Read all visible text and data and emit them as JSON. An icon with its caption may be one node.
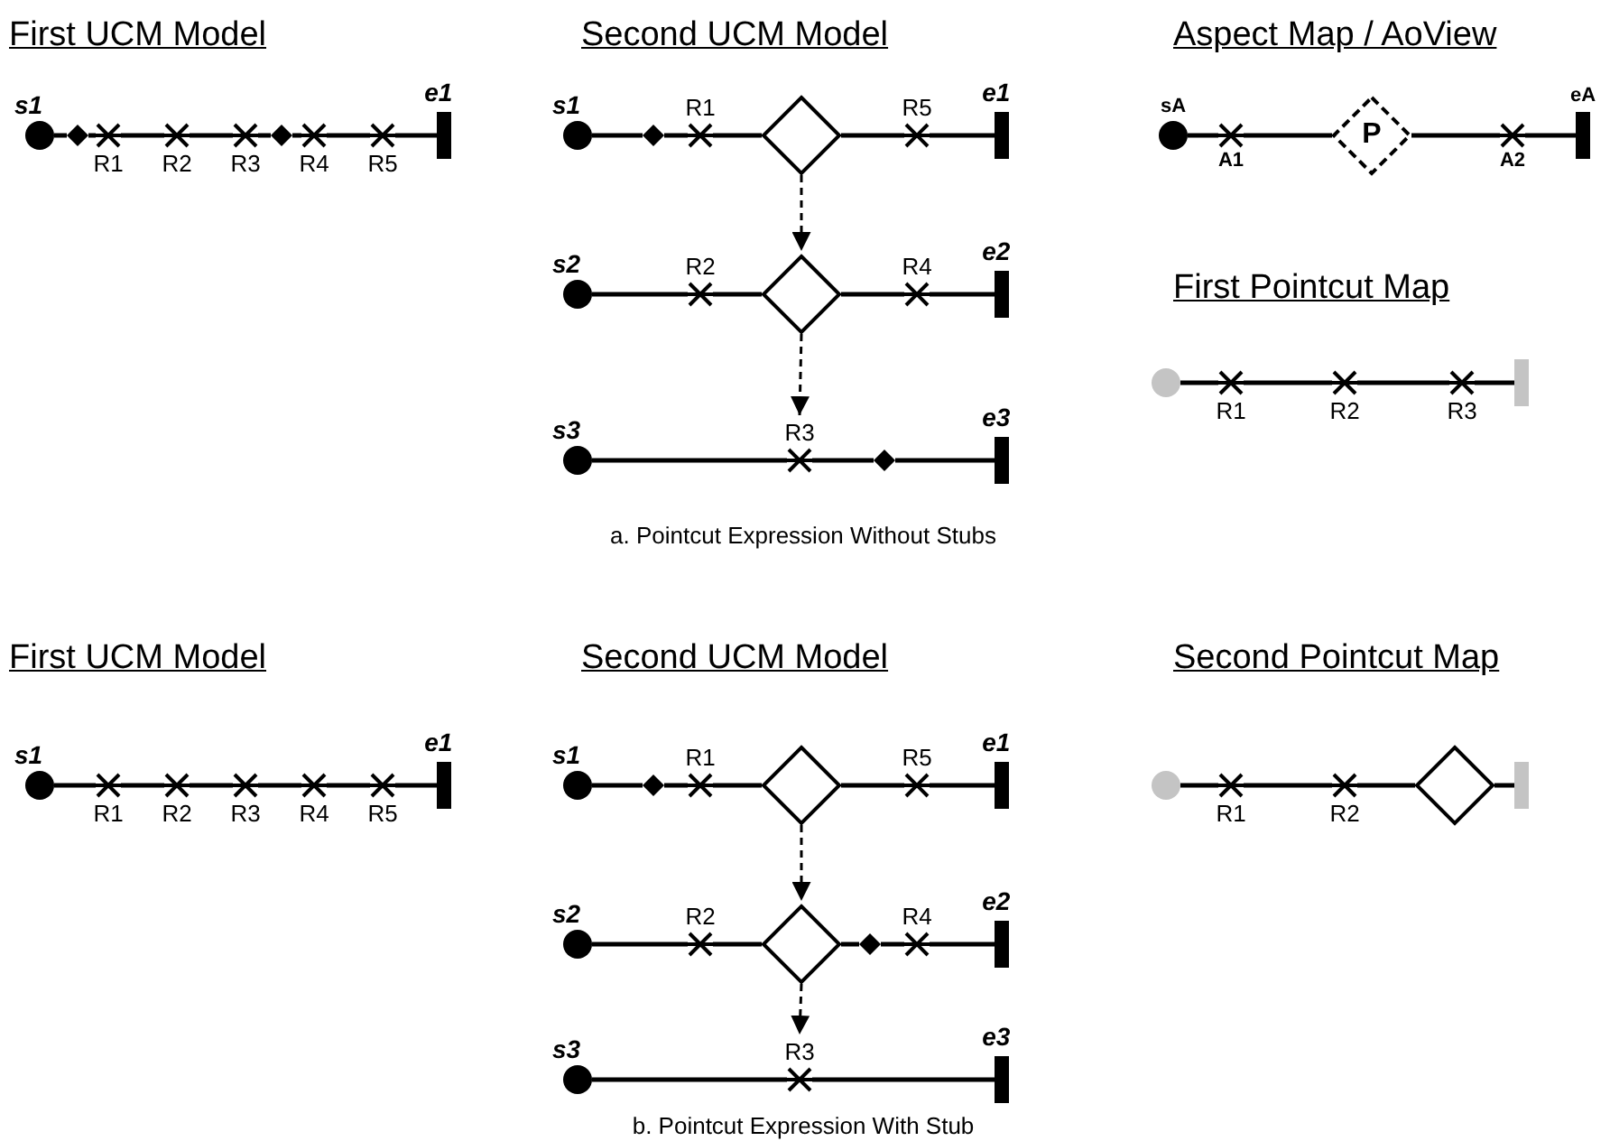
{
  "diagram": {
    "nodes": [
      {
        "text": [],
        "shape": "circle",
        "beside": [
          "s1"
        ]
      },
      {
        "text": [],
        "shape": "diamond"
      },
      {
        "text": [],
        "shape": "cross",
        "beside": [
          "R1"
        ]
      },
      {
        "text": [],
        "shape": "cross",
        "beside": [
          "R2"
        ]
      },
      {
        "text": [],
        "shape": "cross",
        "beside": [
          "R3"
        ]
      },
      {
        "text": [],
        "shape": "diamond"
      },
      {
        "text": [],
        "shape": "cross",
        "beside": [
          "R4"
        ]
      },
      {
        "text": [],
        "shape": "cross",
        "beside": [
          "R5"
        ]
      },
      {
        "text": [],
        "shape": "bar",
        "beside": [
          "e1"
        ]
      },
      {
        "text": [],
        "shape": "circle",
        "beside": [
          "s1"
        ]
      },
      {
        "text": [],
        "shape": "diamond"
      },
      {
        "text": [],
        "shape": "cross",
        "beside": [
          "R1"
        ]
      },
      {
        "text": [],
        "shape": "diamond"
      },
      {
        "text": [],
        "shape": "cross",
        "beside": [
          "R5"
        ]
      },
      {
        "text": [],
        "shape": "bar",
        "beside": [
          "e1"
        ]
      },
      {
        "text": [],
        "shape": "circle",
        "beside": [
          "s2"
        ]
      },
      {
        "text": [],
        "shape": "cross",
        "beside": [
          "R2"
        ]
      },
      {
        "text": [],
        "shape": "diamond"
      },
      {
        "text": [],
        "shape": "cross",
        "beside": [
          "R4"
        ]
      },
      {
        "text": [],
        "shape": "bar",
        "beside": [
          "e2"
        ]
      },
      {
        "text": [],
        "shape": "circle",
        "beside": [
          "s3"
        ]
      },
      {
        "text": [],
        "shape": "cross",
        "beside": [
          "R3"
        ]
      },
      {
        "text": [],
        "shape": "diamond"
      },
      {
        "text": [],
        "shape": "bar",
        "beside": [
          "e3"
        ]
      },
      {
        "text": [],
        "shape": "circle",
        "beside": [
          "sA"
        ]
      },
      {
        "text": [],
        "shape": "cross",
        "beside": [
          "A1"
        ]
      },
      {
        "text": [
          "P"
        ]
      },
      {
        "text": [],
        "shape": "cross",
        "beside": [
          "A2"
        ]
      },
      {
        "text": [],
        "shape": "bar",
        "beside": [
          "eA"
        ]
      },
      {
        "text": [],
        "shape": "circle"
      },
      {
        "text": [],
        "shape": "cross",
        "beside": [
          "R1"
        ]
      },
      {
        "text": [],
        "shape": "cross",
        "beside": [
          "R2"
        ]
      },
      {
        "text": [],
        "shape": "cross",
        "beside": [
          "R3"
        ]
      },
      {
        "text": [],
        "shape": "bar"
      },
      {
        "text": [],
        "shape": "circle",
        "beside": [
          "s1"
        ]
      },
      {
        "text": [],
        "shape": "cross",
        "beside": [
          "R1"
        ]
      },
      {
        "text": [],
        "shape": "cross",
        "beside": [
          "R2"
        ]
      },
      {
        "text": [],
        "shape": "cross",
        "beside": [
          "R3"
        ]
      },
      {
        "text": [],
        "shape": "cross",
        "beside": [
          "R4"
        ]
      },
      {
        "text": [],
        "shape": "cross",
        "beside": [
          "R5"
        ]
      },
      {
        "text": [],
        "shape": "bar",
        "beside": [
          "e1"
        ]
      },
      {
        "text": [],
        "shape": "circle",
        "beside": [
          "s1"
        ]
      },
      {
        "text": [],
        "shape": "diamond"
      },
      {
        "text": [],
        "shape": "cross",
        "beside": [
          "R1"
        ]
      },
      {
        "text": [],
        "shape": "diamond"
      },
      {
        "text": [],
        "shape": "cross",
        "beside": [
          "R5"
        ]
      },
      {
        "text": [],
        "shape": "bar",
        "beside": [
          "e1"
        ]
      },
      {
        "text": [],
        "shape": "circle",
        "beside": [
          "s2"
        ]
      },
      {
        "text": [],
        "shape": "cross",
        "beside": [
          "R2"
        ]
      },
      {
        "text": [],
        "shape": "diamond"
      },
      {
        "text": [],
        "shape": "diamond"
      },
      {
        "text": [],
        "shape": "cross",
        "beside": [
          "R4"
        ]
      },
      {
        "text": [],
        "shape": "bar",
        "beside": [
          "e2"
        ]
      },
      {
        "text": [],
        "shape": "circle",
        "beside": [
          "s3"
        ]
      },
      {
        "text": [],
        "shape": "cross",
        "beside": [
          "R3"
        ]
      },
      {
        "text": [],
        "shape": "bar",
        "beside": [
          "e3"
        ]
      },
      {
        "text": [],
        "shape": "circle"
      },
      {
        "text": [],
        "shape": "cross",
        "beside": [
          "R1"
        ]
      },
      {
        "text": [],
        "shape": "cross",
        "beside": [
          "R2"
        ]
      },
      {
        "text": [],
        "shape": "diamond"
      },
      {
        "text": [],
        "shape": "bar"
      }
    ],
    "edges": [
      {
        "from": 0,
        "to": 1,
        "arrow": "none"
      },
      {
        "from": 1,
        "to": 2,
        "arrow": "none"
      },
      {
        "from": 2,
        "to": 3,
        "arrow": "none"
      },
      {
        "from": 3,
        "to": 4,
        "arrow": "none"
      },
      {
        "from": 4,
        "to": 5,
        "arrow": "none"
      },
      {
        "from": 5,
        "to": 6,
        "arrow": "none"
      },
      {
        "from": 6,
        "to": 7,
        "arrow": "none"
      },
      {
        "from": 7,
        "to": 8,
        "arrow": "none"
      },
      {
        "from": 9,
        "to": 10,
        "arrow": "none"
      },
      {
        "from": 10,
        "to": 11,
        "arrow": "none"
      },
      {
        "from": 11,
        "to": 12,
        "arrow": "none"
      },
      {
        "from": 12,
        "to": 13,
        "arrow": "none"
      },
      {
        "from": 13,
        "to": 14,
        "arrow": "none"
      },
      {
        "from": 15,
        "to": 16,
        "arrow": "none"
      },
      {
        "from": 16,
        "to": 17,
        "arrow": "none"
      },
      {
        "from": 17,
        "to": 18,
        "arrow": "none"
      },
      {
        "from": 18,
        "to": 19,
        "arrow": "none"
      },
      {
        "from": 20,
        "to": 21,
        "arrow": "none"
      },
      {
        "from": 21,
        "to": 22,
        "arrow": "none"
      },
      {
        "from": 22,
        "to": 23,
        "arrow": "none"
      },
      {
        "from": 12,
        "to": 17,
        "arrow": "to",
        "style": "dashed"
      },
      {
        "from": 17,
        "to": 21,
        "arrow": "to",
        "style": "dashed"
      },
      {
        "from": 24,
        "to": 25,
        "arrow": "none"
      },
      {
        "from": 25,
        "to": 26,
        "arrow": "none"
      },
      {
        "from": 26,
        "to": 27,
        "arrow": "none"
      },
      {
        "from": 27,
        "to": 28,
        "arrow": "none"
      },
      {
        "from": 29,
        "to": 30,
        "arrow": "none"
      },
      {
        "from": 30,
        "to": 31,
        "arrow": "none"
      },
      {
        "from": 31,
        "to": 32,
        "arrow": "none"
      },
      {
        "from": 32,
        "to": 33,
        "arrow": "none"
      },
      {
        "from": 34,
        "to": 35,
        "arrow": "none"
      },
      {
        "from": 35,
        "to": 36,
        "arrow": "none"
      },
      {
        "from": 36,
        "to": 37,
        "arrow": "none"
      },
      {
        "from": 37,
        "to": 38,
        "arrow": "none"
      },
      {
        "from": 38,
        "to": 39,
        "arrow": "none"
      },
      {
        "from": 39,
        "to": 40,
        "arrow": "none"
      },
      {
        "from": 41,
        "to": 42,
        "arrow": "none"
      },
      {
        "from": 42,
        "to": 43,
        "arrow": "none"
      },
      {
        "from": 43,
        "to": 44,
        "arrow": "none"
      },
      {
        "from": 44,
        "to": 45,
        "arrow": "none"
      },
      {
        "from": 45,
        "to": 46,
        "arrow": "none"
      },
      {
        "from": 47,
        "to": 48,
        "arrow": "none"
      },
      {
        "from": 48,
        "to": 49,
        "arrow": "none"
      },
      {
        "from": 49,
        "to": 50,
        "arrow": "none"
      },
      {
        "from": 50,
        "to": 51,
        "arrow": "none"
      },
      {
        "from": 51,
        "to": 52,
        "arrow": "none"
      },
      {
        "from": 53,
        "to": 54,
        "arrow": "none"
      },
      {
        "from": 54,
        "to": 55,
        "arrow": "none"
      },
      {
        "from": 44,
        "to": 49,
        "arrow": "to",
        "style": "dashed"
      },
      {
        "from": 49,
        "to": 54,
        "arrow": "to",
        "style": "dashed"
      },
      {
        "from": 56,
        "to": 57,
        "arrow": "none"
      },
      {
        "from": 57,
        "to": 58,
        "arrow": "none"
      },
      {
        "from": 58,
        "to": 59,
        "arrow": "none"
      },
      {
        "from": 59,
        "to": 60,
        "arrow": "none"
      }
    ],
    "labels": [
      "First UCM Model",
      "Second UCM Model",
      "Aspect Map / AoView",
      "First Pointcut Map",
      "a. Pointcut Expression Without Stubs",
      "First UCM Model",
      "Second UCM Model",
      "Second Pointcut Map",
      "b. Pointcut Expression With Stub"
    ]
  }
}
